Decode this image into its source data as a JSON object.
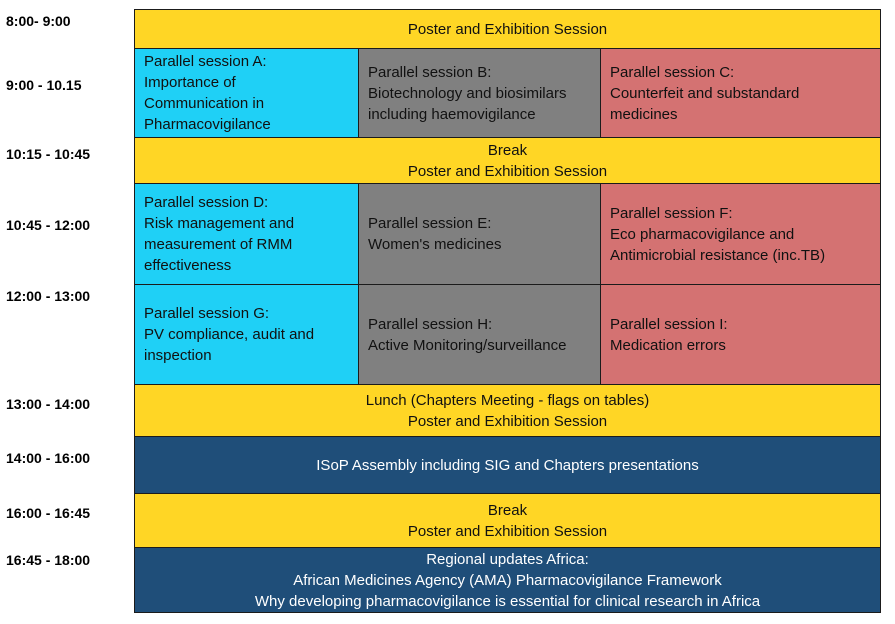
{
  "times": [
    "8:00- 9:00",
    "9:00 - 10.15",
    "10:15 - 10:45",
    "10:45 - 12:00",
    "12:00 - 13:00",
    "13:00 - 14:00",
    "14:00 - 16:00",
    "16:00 - 16:45",
    "16:45 - 18:00"
  ],
  "row1": {
    "line1": "Poster and Exhibition Session"
  },
  "sessionA": {
    "title": "Parallel session A:",
    "desc": [
      "Importance of",
      "Communication in",
      "Pharmacovigilance"
    ]
  },
  "sessionB": {
    "title": "Parallel session B:",
    "desc": [
      "Biotechnology and biosimilars",
      "including haemovigilance"
    ]
  },
  "sessionC": {
    "title": "Parallel session C:",
    "desc": [
      "Counterfeit and substandard",
      "medicines"
    ]
  },
  "break1": {
    "line1": "Break",
    "line2": "Poster and Exhibition Session"
  },
  "sessionD": {
    "title": "Parallel session D:",
    "desc": [
      "Risk management and",
      "measurement of RMM",
      "effectiveness"
    ]
  },
  "sessionE": {
    "title": "Parallel session E:",
    "desc": [
      "Women's medicines"
    ]
  },
  "sessionF": {
    "title": "Parallel session F:",
    "desc": [
      "Eco pharmacovigilance and",
      "Antimicrobial resistance (inc.TB)"
    ]
  },
  "sessionG": {
    "title": "Parallel session G:",
    "desc": [
      "PV compliance, audit and",
      "inspection"
    ]
  },
  "sessionH": {
    "title": "Parallel session H:",
    "desc": [
      "Active Monitoring/surveillance"
    ]
  },
  "sessionI": {
    "title": "Parallel session I:",
    "desc": [
      "Medication errors"
    ]
  },
  "lunch": {
    "line1": "Lunch (Chapters Meeting - flags on tables)",
    "line2": "Poster and Exhibition Session"
  },
  "assembly": {
    "line1": "ISoP Assembly including SIG and Chapters presentations"
  },
  "break2": {
    "line1": "Break",
    "line2": "Poster and Exhibition Session"
  },
  "regional": {
    "line1": "Regional updates Africa:",
    "line2": "African Medicines Agency (AMA) Pharmacovigilance Framework",
    "line3": "Why developing pharmacovigilance is essential for clinical research in Africa"
  },
  "colors": {
    "yellow": "#ffd625",
    "blue": "#1fd0f6",
    "grey": "#808080",
    "red": "#d47272",
    "navy": "#1f4e79"
  }
}
